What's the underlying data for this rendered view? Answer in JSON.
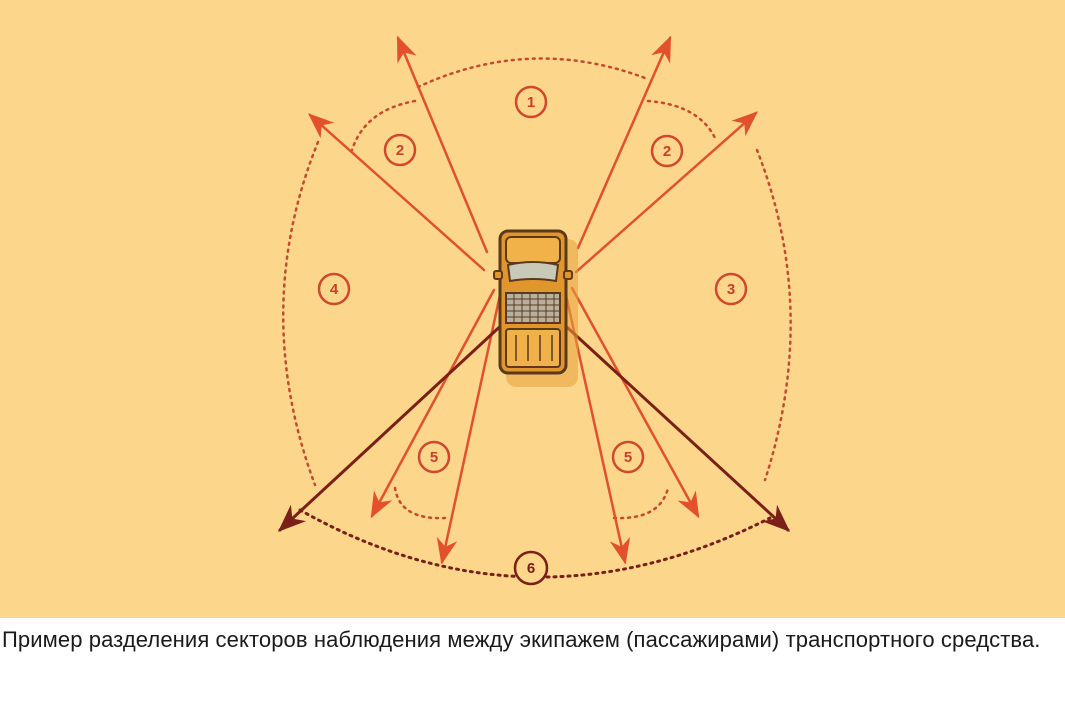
{
  "caption": "Пример разделения секторов наблюдения между экипажем (пассажирами) транспортного средства.",
  "colors": {
    "background": "#fbd68b",
    "arrow": "#e2502c",
    "arrow_dark": "#7a2018",
    "boundary": "#c64a2e",
    "label_ring": "#d0482d"
  },
  "sectors": [
    {
      "id": "sector-1",
      "label": "1"
    },
    {
      "id": "sector-2-left",
      "label": "2"
    },
    {
      "id": "sector-2-right",
      "label": "2"
    },
    {
      "id": "sector-3",
      "label": "3"
    },
    {
      "id": "sector-4",
      "label": "4"
    },
    {
      "id": "sector-5-left",
      "label": "5"
    },
    {
      "id": "sector-5-right",
      "label": "5"
    },
    {
      "id": "sector-6",
      "label": "6"
    }
  ],
  "icon": "pickup-truck-top-view-icon"
}
